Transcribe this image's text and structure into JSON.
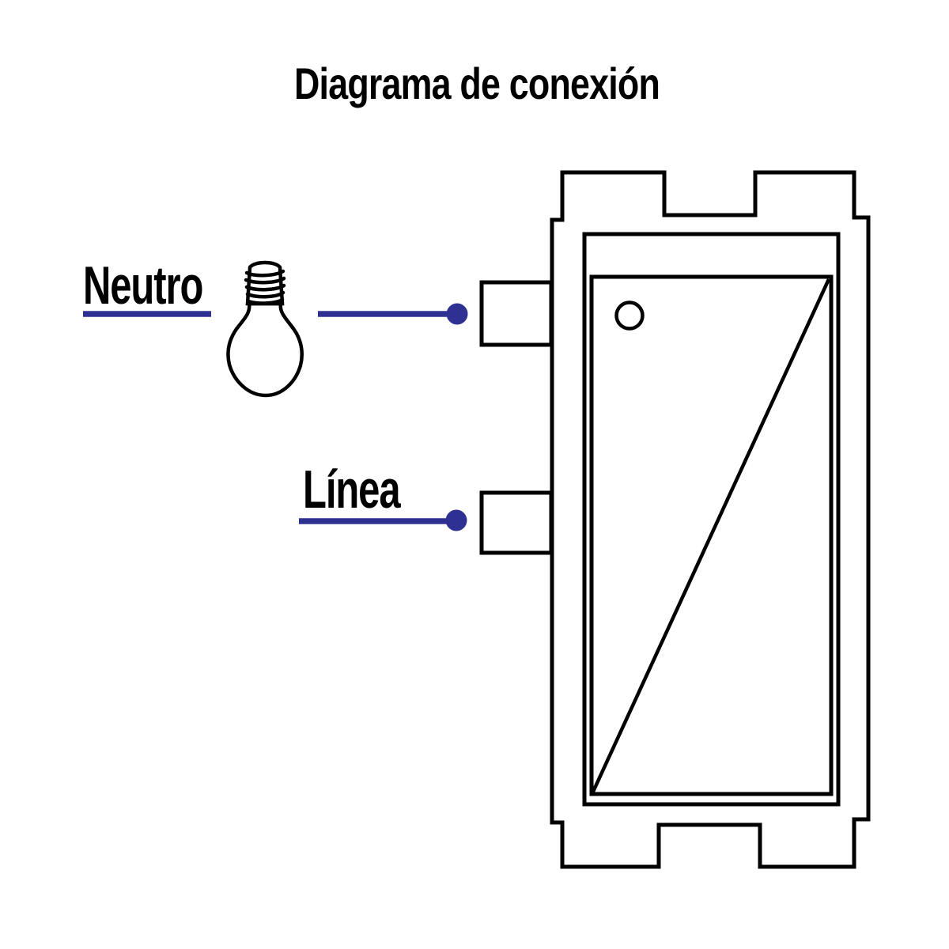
{
  "title": "Diagrama de conexión",
  "diagram": {
    "labels": {
      "neutro": "Neutro",
      "linea": "Línea"
    },
    "colors": {
      "wire": "#2e3192",
      "outline": "#000000",
      "background": "#ffffff"
    },
    "icons": {
      "neutro_device": "light-bulb-icon",
      "module": "switch-module-outline"
    }
  }
}
